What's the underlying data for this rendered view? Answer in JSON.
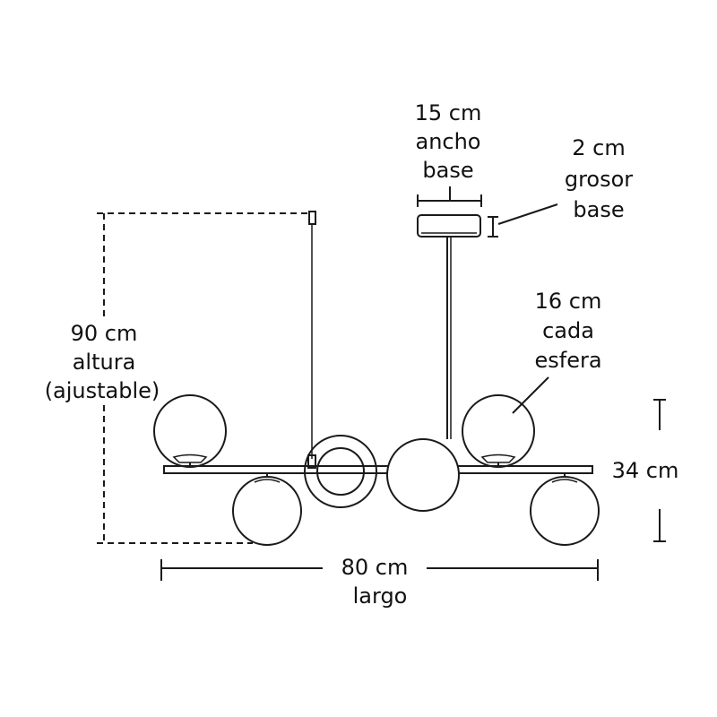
{
  "labels": {
    "base_width": [
      "15 cm",
      "ancho",
      "base"
    ],
    "base_thickness": [
      "2 cm",
      "grosor",
      "base"
    ],
    "sphere": [
      "16 cm",
      "cada",
      "esfera"
    ],
    "height": [
      "90 cm",
      "altura",
      "(ajustable)"
    ],
    "depth": [
      "34 cm"
    ],
    "length": [
      "80 cm",
      "largo"
    ]
  },
  "colors": {
    "line": "#1a1a1a",
    "text": "#111111",
    "background": "#ffffff"
  }
}
